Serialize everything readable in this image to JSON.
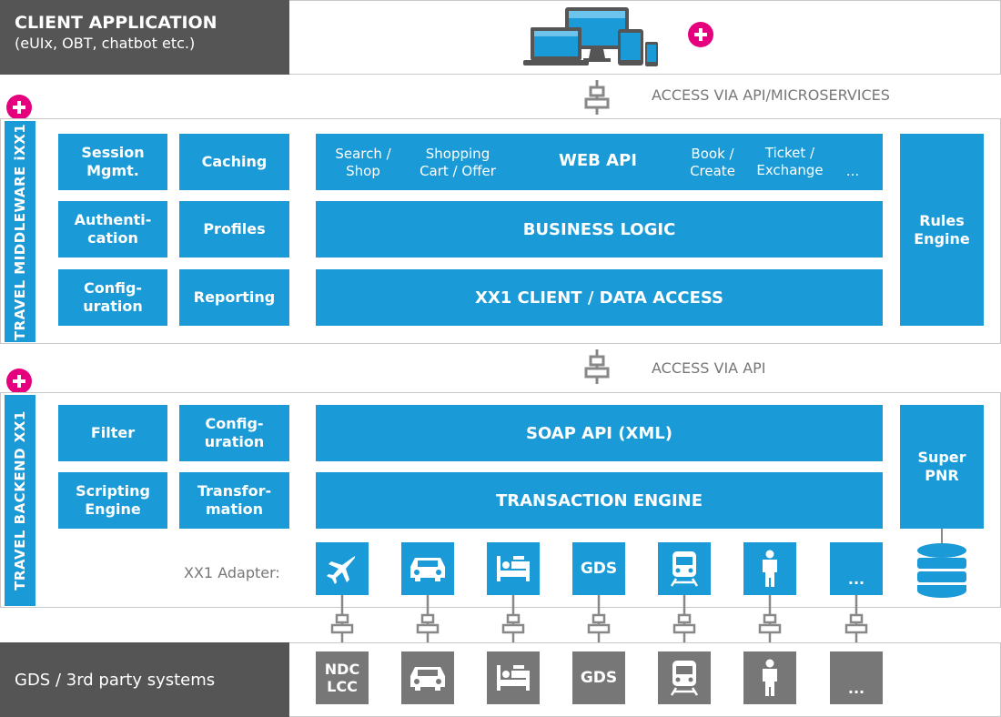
{
  "client": {
    "title": "CLIENT APPLICATION",
    "subtitle": "(eUIx, OBT, chatbot etc.)"
  },
  "access": {
    "api_microservices": "ACCESS VIA API/MICROSERVICES",
    "api": "ACCESS VIA API"
  },
  "middleware": {
    "side_label": "TRAVEL MIDDLEWARE iXX1",
    "session": [
      "Session",
      "Mgmt."
    ],
    "caching": "Caching",
    "auth": [
      "Authenti-",
      "cation"
    ],
    "profiles": "Profiles",
    "config": [
      "Config-",
      "uration"
    ],
    "reporting": "Reporting",
    "webapi": {
      "search": [
        "Search /",
        "Shop"
      ],
      "shopping": [
        "Shopping",
        "Cart / Offer"
      ],
      "title": "WEB API",
      "book": [
        "Book /",
        "Create"
      ],
      "ticket": [
        "Ticket /",
        "Exchange"
      ],
      "more": "..."
    },
    "business_logic": "BUSINESS LOGIC",
    "data_access": "XX1 CLIENT / DATA ACCESS",
    "rules": [
      "Rules",
      "Engine"
    ]
  },
  "backend": {
    "side_label": "TRAVEL BACKEND XX1",
    "filter": "Filter",
    "config": [
      "Config-",
      "uration"
    ],
    "scripting": [
      "Scripting",
      "Engine"
    ],
    "transformation": [
      "Transfor-",
      "mation"
    ],
    "soap": "SOAP API (XML)",
    "transaction": "TRANSACTION ENGINE",
    "super_pnr": [
      "Super",
      "PNR"
    ],
    "adapter_label": "XX1 Adapter:",
    "adapters": {
      "gds": "GDS",
      "more": "..."
    }
  },
  "thirdparty": {
    "label": "GDS / 3rd party systems",
    "ndc": [
      "NDC",
      "LCC"
    ],
    "gds": "GDS",
    "more": "..."
  },
  "colors": {
    "blue": "#1a9ad6",
    "dark": "#555555",
    "gray": "#777777",
    "pink": "#e5007e"
  }
}
